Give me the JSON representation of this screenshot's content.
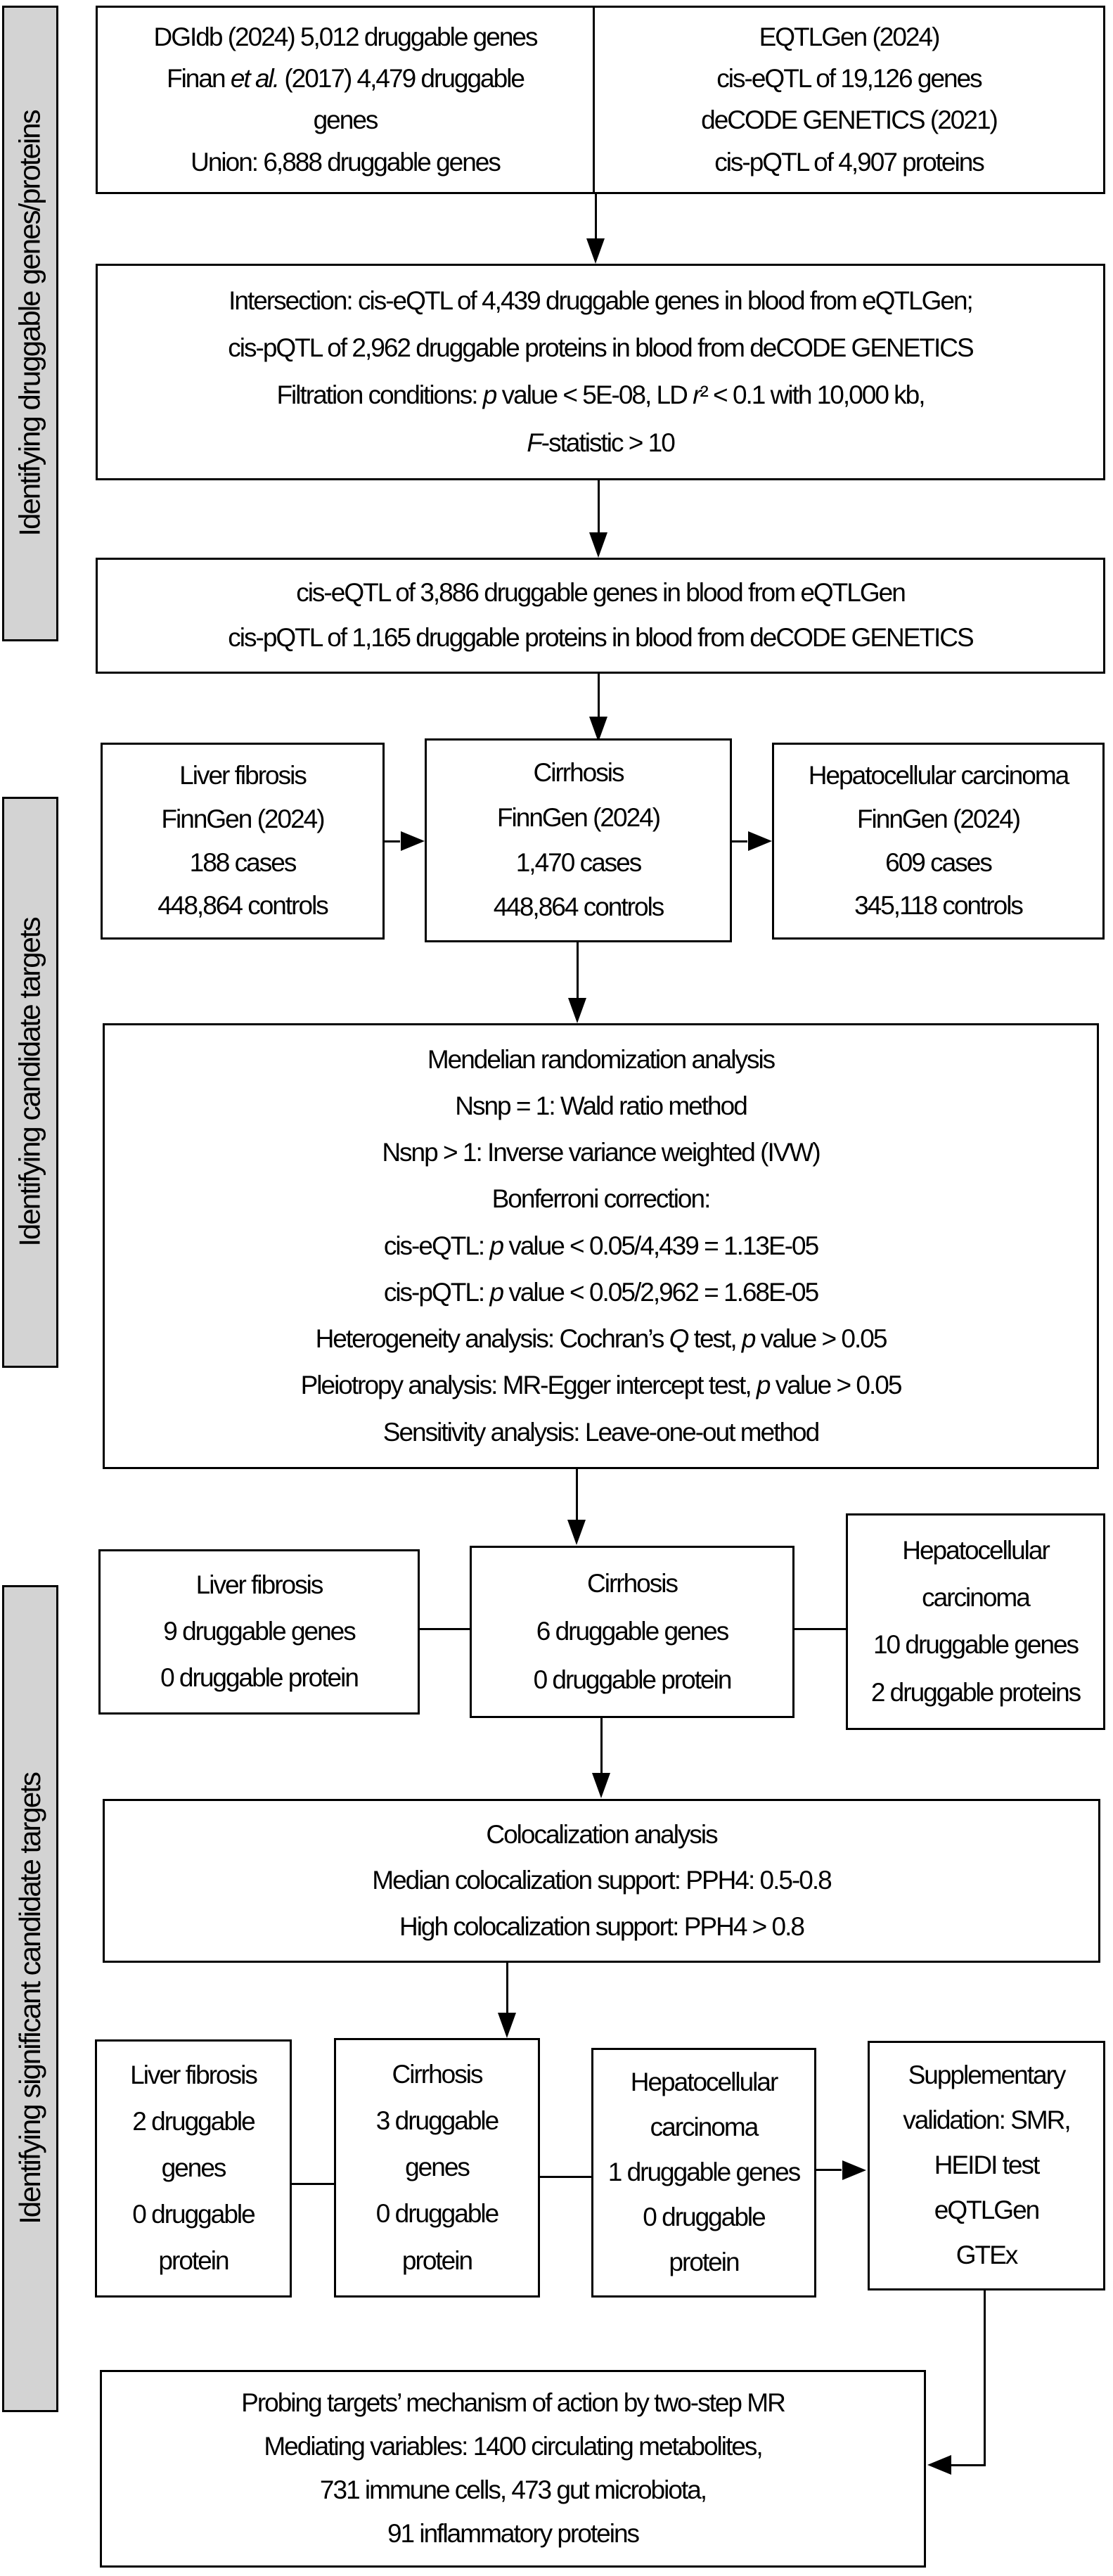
{
  "palette": {
    "background": "#ffffff",
    "ink": "#000000",
    "sidebar_fill": "#d3d3d3"
  },
  "sidebars": [
    {
      "label": "Identifying druggable genes/proteins"
    },
    {
      "label": "Identifying candidate targets"
    },
    {
      "label": "Identifying significant candidate targets"
    }
  ],
  "boxes": {
    "gene_sources": {
      "lines": [
        "DGIdb (2024) 5,012 druggable genes",
        "Finan *et al.* (2017) 4,479 druggable",
        "genes",
        "Union: 6,888 druggable genes"
      ]
    },
    "qtl_sources": {
      "lines": [
        "EQTLGen (2024)",
        "cis-eQTL of 19,126 genes",
        "deCODE GENETICS (2021)",
        "cis-pQTL of 4,907 proteins"
      ]
    },
    "intersection": {
      "lines": [
        "Intersection: cis-eQTL of 4,439 druggable genes in blood from eQTLGen;",
        "cis-pQTL of 2,962 druggable proteins in blood from deCODE GENETICS",
        "Filtration conditions: *p* value < 5E-08, LD *r*² < 0.1 with 10,000 kb,",
        "*F*-statistic > 10"
      ]
    },
    "filtered_qtl": {
      "lines": [
        "cis-eQTL of 3,886 druggable genes in blood from eQTLGen",
        "cis-pQTL of 1,165 druggable proteins in blood from deCODE GENETICS"
      ]
    },
    "gwas_liver_fibrosis": {
      "lines": [
        "Liver fibrosis",
        "FinnGen (2024)",
        "188 cases",
        "448,864 controls"
      ]
    },
    "gwas_cirrhosis": {
      "lines": [
        "Cirrhosis",
        "FinnGen (2024)",
        "1,470 cases",
        "448,864 controls"
      ]
    },
    "gwas_hcc": {
      "lines": [
        "Hepatocellular carcinoma",
        "FinnGen (2024)",
        "609 cases",
        "345,118 controls"
      ]
    },
    "mr_analysis": {
      "lines": [
        "Mendelian randomization analysis",
        "Nsnp = 1: Wald ratio method",
        "Nsnp > 1: Inverse variance weighted (IVW)",
        "Bonferroni correction:",
        "cis-eQTL: *p* value < 0.05/4,439 = 1.13E-05",
        "cis-pQTL: *p* value < 0.05/2,962 = 1.68E-05",
        "Heterogeneity analysis: Cochran’s *Q* test, *p* value > 0.05",
        "Pleiotropy analysis: MR-Egger intercept test, *p* value > 0.05",
        "Sensitivity analysis: Leave-one-out method"
      ]
    },
    "mr_liver_fibrosis": {
      "lines": [
        "Liver fibrosis",
        "9 druggable genes",
        "0 druggable protein"
      ]
    },
    "mr_cirrhosis": {
      "lines": [
        "Cirrhosis",
        "6 druggable genes",
        "0 druggable protein"
      ]
    },
    "mr_hcc": {
      "lines": [
        "Hepatocellular",
        "carcinoma",
        "10 druggable genes",
        "2 druggable proteins"
      ]
    },
    "colocalization": {
      "lines": [
        "Colocalization analysis",
        "Median colocalization support: PPH4: 0.5-0.8",
        "High colocalization support: PPH4 > 0.8"
      ]
    },
    "coloc_liver_fibrosis": {
      "lines": [
        "Liver fibrosis",
        "2 druggable",
        "genes",
        "0 druggable",
        "protein"
      ]
    },
    "coloc_cirrhosis": {
      "lines": [
        "Cirrhosis",
        "3 druggable",
        "genes",
        "0 druggable",
        "protein"
      ]
    },
    "coloc_hcc": {
      "lines": [
        "Hepatocellular",
        "carcinoma",
        "1 druggable genes",
        "0 druggable",
        "protein"
      ]
    },
    "supplementary_validation": {
      "lines": [
        "Supplementary",
        "validation: SMR,",
        "HEIDI test",
        "eQTLGen",
        "GTEx"
      ]
    },
    "two_step_mr": {
      "lines": [
        "Probing targets’ mechanism of action by two-step MR",
        "Mediating variables: 1400 circulating metabolites,",
        "731 immune cells, 473 gut microbiota,",
        "91 inflammatory proteins"
      ]
    }
  }
}
